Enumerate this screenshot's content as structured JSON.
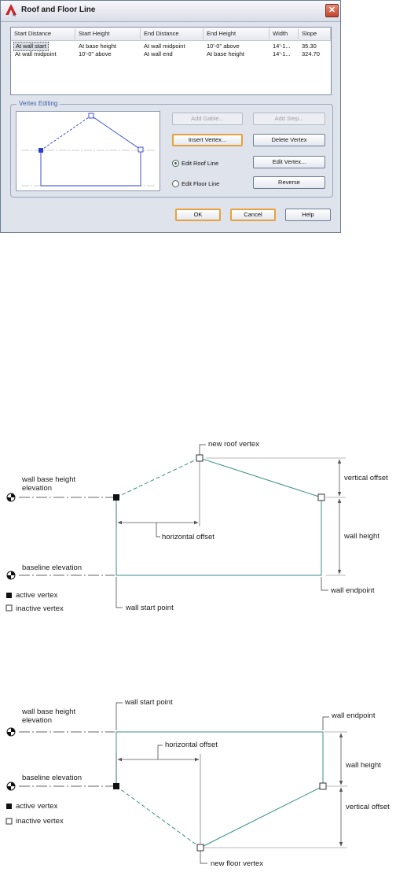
{
  "dialog": {
    "title": "Roof and Floor Line",
    "app_icon": "autocad-a-icon",
    "close_icon": "close-x-icon",
    "columns": [
      "Start Distance",
      "Start Height",
      "End Distance",
      "End Height",
      "Width",
      "Slope"
    ],
    "rows": [
      [
        "At wall start",
        "At base height",
        "At wall midpoint",
        "10'-0\" above",
        "14'-1...",
        "35.30"
      ],
      [
        "At wall midpoint",
        "10'-0\" above",
        "At wall end",
        "At base height",
        "14'-1...",
        "324.70"
      ]
    ],
    "group_label": "Vertex Editing",
    "buttons": {
      "add_gable": "Add Gable...",
      "add_step": "Add Step...",
      "insert_vertex": "Insert Vertex...",
      "delete_vertex": "Delete Vertex",
      "edit_vertex": "Edit Vertex...",
      "reverse": "Reverse",
      "ok": "OK",
      "cancel": "Cancel",
      "help": "Help"
    },
    "radios": {
      "roof": "Edit Roof Line",
      "floor": "Edit Floor Line",
      "selected": "roof"
    }
  },
  "diagram_roof": {
    "new_vertex": "new roof vertex",
    "base_height": "wall base height\nelevation",
    "horizontal_offset": "horizontal offset",
    "vertical_offset": "vertical offset",
    "wall_height": "wall height",
    "baseline": "baseline elevation",
    "wall_endpoint": "wall endpoint",
    "active_vertex": "active vertex",
    "inactive_vertex": "inactive vertex",
    "wall_start": "wall start point"
  },
  "diagram_floor": {
    "base_height": "wall base height\nelevation",
    "wall_start": "wall start point",
    "wall_endpoint": "wall endpoint",
    "horizontal_offset": "horizontal offset",
    "wall_height": "wall height",
    "baseline": "baseline elevation",
    "vertical_offset": "vertical offset",
    "active_vertex": "active vertex",
    "inactive_vertex": "inactive vertex",
    "new_vertex": "new floor vertex"
  },
  "colors": {
    "wall_line": "#3a8f86",
    "preview_line": "#2a3fd0",
    "focus": "#e8a13c"
  }
}
